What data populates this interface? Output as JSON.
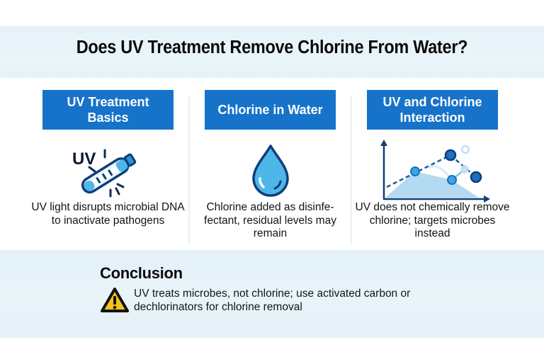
{
  "title": "Does UV Treatment Remove Chlorine From Water?",
  "colors": {
    "header_blue": "#1673c9",
    "band_background": "#e6f2f8",
    "icon_navy": "#0d3f78",
    "icon_light_blue": "#4fb6ea",
    "warning_yellow": "#f4c21a"
  },
  "columns": [
    {
      "header": "UV Treatment Basics",
      "icon": "uv-lamp-icon",
      "icon_label": "UV",
      "description": "UV light disrupts microbial DNA to inactivate pathogens"
    },
    {
      "header": "Chlorine in Water",
      "icon": "water-drop-icon",
      "description": "Chlorine added as disinfe-fectant, residual levels may remain"
    },
    {
      "header": "UV and Chlorine Interaction",
      "icon": "interaction-graph-icon",
      "description": "UV does not chemically remove chlorine; targets microbes instead"
    }
  ],
  "conclusion": {
    "title": "Conclusion",
    "icon": "warning-icon",
    "text": "UV treats microbes, not chlorine; use activated carbon or dechlorinators for chlorine removal"
  }
}
